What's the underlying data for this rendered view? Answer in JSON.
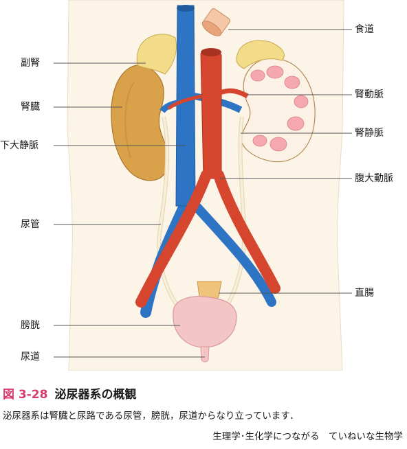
{
  "labels": {
    "adrenal": "副腎",
    "kidney": "腎臓",
    "ivc": "下大静脈",
    "ureter": "尿管",
    "bladder": "膀胱",
    "urethra": "尿道",
    "esophagus": "食道",
    "renal_artery": "腎動脈",
    "renal_vein": "腎静脈",
    "aorta": "腹大動脈",
    "rectum": "直腸"
  },
  "caption": {
    "number": "図 3-28",
    "title": "泌尿器系の概観",
    "description": "泌尿器系は腎臓と尿路である尿管，膀胱，尿道からなり立っています．",
    "source": "生理学･生化学につながる　ていねいな生物学"
  },
  "colors": {
    "vein": "#2d74c4",
    "artery": "#d6452e",
    "kidney": "#d9a24a",
    "adrenal": "#f2dc8a",
    "bladder": "#f3c5c4",
    "torso": "#fbf4e7",
    "ureter": "#f4ead3",
    "caption_accent": "#d9386a"
  }
}
